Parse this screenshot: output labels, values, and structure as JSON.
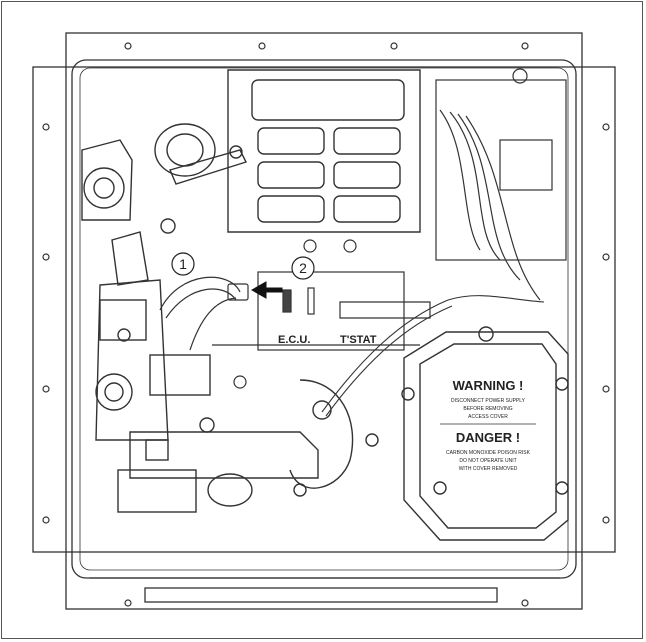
{
  "callouts": [
    {
      "number": "1"
    },
    {
      "number": "2"
    }
  ],
  "terminals": {
    "ecu": "E.C.U.",
    "tstat": "T'STAT"
  },
  "warning_label": {
    "warning_title": "WARNING !",
    "warning_line1": "DISCONNECT POWER SUPPLY",
    "warning_line2": "BEFORE REMOVING",
    "warning_line3": "ACCESS COVER",
    "danger_title": "DANGER !",
    "danger_line1": "CARBON MONOXIDE POISON RISK",
    "danger_line2": "DO NOT OPERATE UNIT",
    "danger_line3": "WITH COVER REMOVED"
  }
}
